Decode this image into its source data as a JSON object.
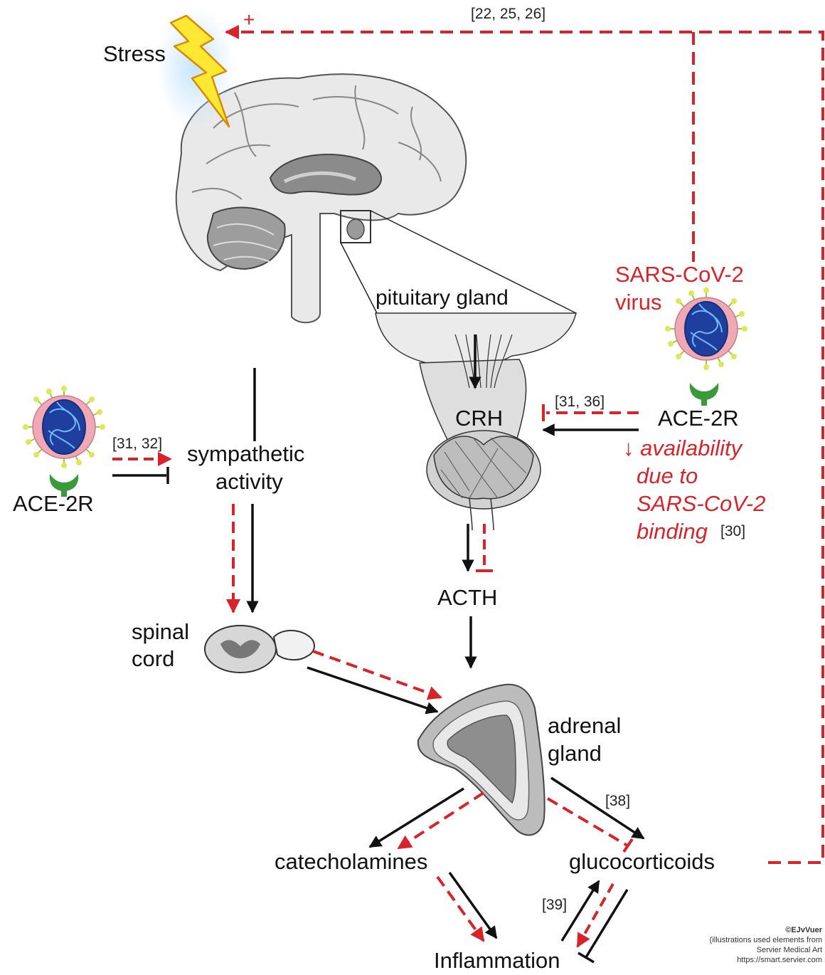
{
  "labels": {
    "stress": "Stress",
    "stress_ref": "[22, 25, 26]",
    "plus": "+",
    "pituitary": "pituitary gland",
    "sars_line1": "SARS-CoV-2",
    "sars_line2": "virus",
    "crh": "CRH",
    "ref_31_36": "[31, 36]",
    "ace_right": "ACE-2R",
    "avail_line1": "↓ availability",
    "avail_line2": "due to",
    "avail_line3": "SARS-CoV-2",
    "avail_line4": "binding",
    "ref_30": "[30]",
    "ref_31_32": "[31, 32]",
    "ace_left": "ACE-2R",
    "symp_line1": "sympathetic",
    "symp_line2": "activity",
    "acth": "ACTH",
    "spinal_line1": "spinal",
    "spinal_line2": "cord",
    "adrenal_line1": "adrenal",
    "adrenal_line2": "gland",
    "ref_38": "[38]",
    "catecholamines": "catecholamines",
    "glucocorticoids": "glucocorticoids",
    "ref_39": "[39]",
    "inflammation": "Inflammation"
  },
  "credit": {
    "line1": "©EJvVuer",
    "line2": "(illustrations used elements from",
    "line3": "Servier Medical Art",
    "line4": "https://smart.servier.com"
  },
  "colors": {
    "activation": "#000000",
    "covid_effect": "#d9232a",
    "receptor": "#3a9a3a"
  },
  "legend_semantics": {
    "solid_black_arrow": "stimulation",
    "dashed_red_arrow": "effect of SARS-CoV-2",
    "bar_end": "inhibition"
  }
}
